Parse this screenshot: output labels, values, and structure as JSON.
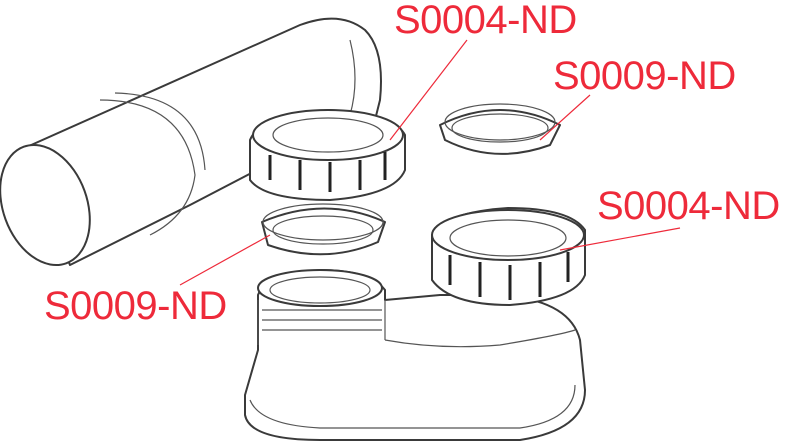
{
  "colors": {
    "label": "#ee2a3a",
    "line": "#3a3a3a"
  },
  "labels": [
    {
      "text": "S0004-ND",
      "part": "nut-upper-left"
    },
    {
      "text": "S0009-ND",
      "part": "ring-upper-right"
    },
    {
      "text": "S0004-ND",
      "part": "nut-lower-right"
    },
    {
      "text": "S0009-ND",
      "part": "ring-lower-left"
    }
  ]
}
